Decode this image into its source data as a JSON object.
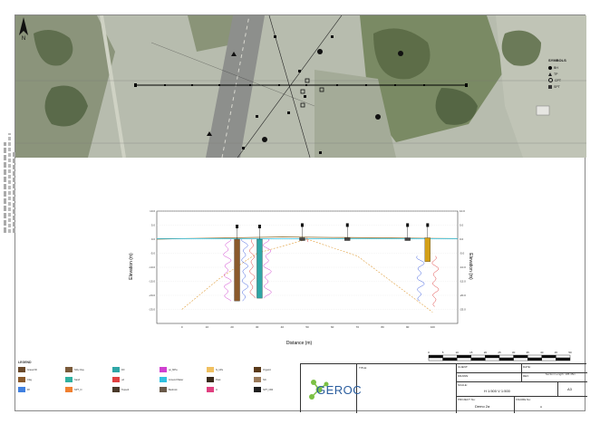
{
  "map": {
    "symbols_title": "SYMBOLS",
    "symbols": [
      {
        "label": "BH",
        "color": "#000000"
      },
      {
        "label": "TP",
        "color": "#222222"
      },
      {
        "label": "CPT",
        "color": "#111111"
      },
      {
        "label": "SPT",
        "color": "#333333"
      }
    ],
    "north_letter": "N"
  },
  "chart_data": {
    "type": "line",
    "xlabel": "Distance (m)",
    "ylabel": "Elevation (m)",
    "ylabel_right": "Elevation (m)",
    "x_ticks": [
      "0",
      "10",
      "20",
      "30",
      "40",
      "50",
      "60",
      "70",
      "80",
      "90",
      "100"
    ],
    "y_ticks": [
      "10.0",
      "5.0",
      "0.0",
      "-5.0",
      "-10.0",
      "-15.0",
      "-20.0",
      "-25.0"
    ],
    "xlim": [
      -10,
      110
    ],
    "ylim": [
      -30,
      10
    ],
    "ground_profile": {
      "x": [
        -10,
        0,
        20,
        40,
        60,
        80,
        100,
        110
      ],
      "y": [
        0,
        0.2,
        0.5,
        0.8,
        0.6,
        0.5,
        0.3,
        0.2
      ]
    },
    "water_line": {
      "x": [
        -10,
        110
      ],
      "y": [
        0.2,
        0.2
      ]
    },
    "arc_profile": {
      "x": [
        0,
        15,
        30,
        50,
        70,
        85,
        100
      ],
      "y": [
        -25,
        -14,
        -5,
        0,
        -6,
        -16,
        -26
      ]
    },
    "boreholes": [
      {
        "x": 22,
        "top": 0,
        "bottom": -22,
        "color": "#8b5a2b"
      },
      {
        "x": 31,
        "top": 0,
        "bottom": -21,
        "color": "#2fa6a6"
      },
      {
        "x": 48,
        "top": 0.5,
        "bottom": -0.5,
        "color": "#444444"
      },
      {
        "x": 66,
        "top": 0.5,
        "bottom": -0.5,
        "color": "#444444"
      },
      {
        "x": 90,
        "top": 0.5,
        "bottom": -0.5,
        "color": "#444444"
      },
      {
        "x": 98,
        "top": 0.5,
        "bottom": -8,
        "color": "#d4a017"
      }
    ]
  },
  "scalebar": {
    "ticks": [
      "0",
      "5",
      "10",
      "15",
      "20",
      "25",
      "30",
      "35",
      "40",
      "45",
      "50"
    ],
    "note": "Section Length: 105.45m"
  },
  "legend": {
    "title": "LEGEND",
    "items": [
      {
        "label": "Gravel fill",
        "color": "#6b4a2b"
      },
      {
        "label": "Silty Clay",
        "color": "#7a5a3a"
      },
      {
        "label": "Fill",
        "color": "#2fa6a6"
      },
      {
        "label": "qc_MPa",
        "color": "#d040d0"
      },
      {
        "label": "fs_kPa",
        "color": "#f0c060"
      },
      {
        "label": "Organic",
        "color": "#5a3a1a"
      },
      {
        "label": "Clay",
        "color": "#8b5a2b"
      },
      {
        "label": "Sand",
        "color": "#30b0a0"
      },
      {
        "label": "u2",
        "color": "#e04040"
      },
      {
        "label": "Ground Water",
        "color": "#30c0e0"
      },
      {
        "label": "Peat",
        "color": "#3a2a1a"
      },
      {
        "label": "Silt",
        "color": "#9a7a5a"
      },
      {
        "label": "Rf",
        "color": "#4080e0"
      },
      {
        "label": "SPT_N",
        "color": "#f08030"
      },
      {
        "label": "Topsoil",
        "color": "#4a3a2a"
      },
      {
        "label": "Bedrock",
        "color": "#6a5a4a"
      },
      {
        "label": "Ic",
        "color": "#e04080"
      },
      {
        "label": "SPT_N60",
        "color": "#202020"
      }
    ]
  },
  "titleblock": {
    "logo": "GEROC",
    "title_label": "TITLE:",
    "client_label": "CLIENT:",
    "date_label": "DATE:",
    "drawn_label": "DRAWN:",
    "rev_label": "REV:",
    "scale_label": "SCALE:",
    "scale_value": "H 1:500 V 1:500",
    "sheet_size": "A3",
    "project_label": "PROJECT No:",
    "project_value": "Demo 2a",
    "figure_label": "FIGURE No:",
    "figure_value": "A"
  }
}
